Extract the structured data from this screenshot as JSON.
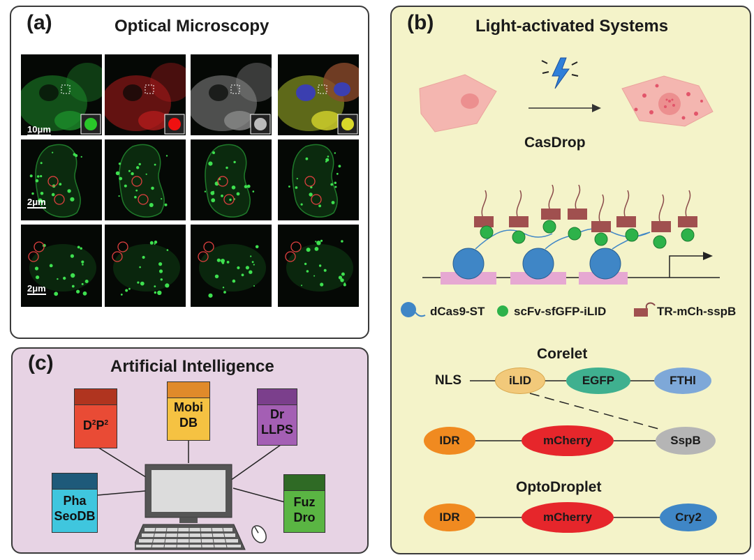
{
  "panel_a": {
    "tag": "(a)",
    "title": "Optical Microscopy",
    "scalebars": [
      "10μm",
      "2μm",
      "2μm"
    ]
  },
  "panel_b": {
    "tag": "(b)",
    "title": "Light-activated Systems",
    "casdrop": {
      "title": "CasDrop",
      "legend": [
        "dCas9-ST",
        "scFv-sfGFP-iLID",
        "TR-mCh-sspB"
      ]
    },
    "corelet": {
      "title": "Corelet",
      "row1": [
        "NLS",
        "iLID",
        "EGFP",
        "FTHl"
      ],
      "row2": [
        "IDR",
        "mCherry",
        "SspB"
      ]
    },
    "optodroplet": {
      "title": "OptoDroplet",
      "row": [
        "IDR",
        "mCherry",
        "Cry2"
      ]
    },
    "colors": {
      "background": "#f4f3c9",
      "cell": "#f4b6b0",
      "ilid": "#f2c97a",
      "egfp": "#3fb08f",
      "fthl": "#7ea8d8",
      "idr": "#f08a20",
      "mcherry": "#e6262b",
      "sspb": "#b5b5b5",
      "cry2": "#3f86c6"
    }
  },
  "panel_c": {
    "tag": "(c)",
    "title": "Artificial Intelligence",
    "databases": [
      {
        "line1": "D",
        "sup1": "2",
        "line1b": "P",
        "sup2": "2",
        "line2": "",
        "color": "#e94b35",
        "top": "#b0341f"
      },
      {
        "line1": "Mobi",
        "line2": "DB",
        "color": "#f5c242",
        "top": "#e08a2a"
      },
      {
        "line1": "Dr",
        "line2": "LLPS",
        "color": "#a45fb4",
        "top": "#7b3f8c"
      },
      {
        "line1": "Pha",
        "line2": "SeoDB",
        "color": "#3fc6de",
        "top": "#1e5a7a"
      },
      {
        "line1": "Fuz",
        "line2": "Dro",
        "color": "#5ab543",
        "top": "#2f6a25"
      }
    ],
    "background": "#e7d3e4"
  }
}
